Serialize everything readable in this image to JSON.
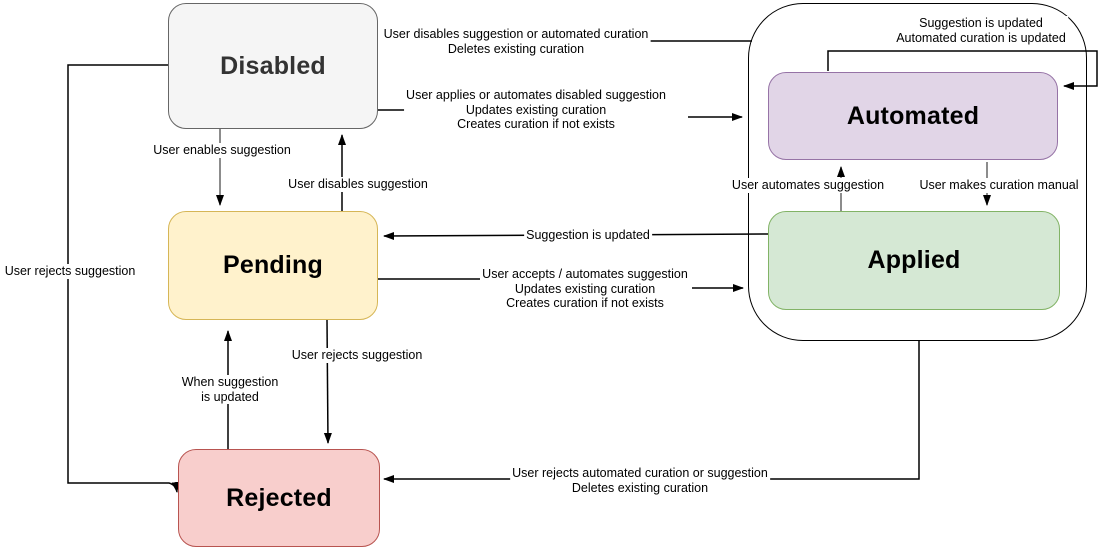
{
  "states": {
    "disabled": "Disabled",
    "pending": "Pending",
    "rejected": "Rejected",
    "automated": "Automated",
    "applied": "Applied"
  },
  "edge_labels": {
    "group_to_disabled": [
      "User disables suggestion or automated curation",
      "Deletes existing curation"
    ],
    "disabled_to_group": [
      "User applies or automates disabled suggestion",
      "Updates existing curation",
      "Creates curation if not exists"
    ],
    "disabled_to_pending": [
      "User enables suggestion"
    ],
    "pending_to_disabled": [
      "User disables suggestion"
    ],
    "applied_to_pending": [
      "Suggestion is updated"
    ],
    "pending_to_group": [
      "User accepts / automates suggestion",
      "Updates existing curation",
      "Creates curation if not exists"
    ],
    "applied_to_automated": [
      "User automates suggestion"
    ],
    "automated_to_applied": [
      "User makes curation manual"
    ],
    "automated_self_loop": [
      "Suggestion is updated",
      "Automated curation is updated"
    ],
    "pending_to_rejected": [
      "User rejects suggestion"
    ],
    "rejected_to_pending": [
      "When suggestion",
      "is updated"
    ],
    "disabled_to_rejected": [
      "User rejects suggestion"
    ],
    "group_to_rejected": [
      "User rejects automated curation or suggestion",
      "Deletes existing curation"
    ]
  },
  "colors": {
    "disabled_fill": "#F5F5F5",
    "disabled_stroke": "#666666",
    "disabled_text": "#333333",
    "pending_fill": "#FFF2CC",
    "pending_stroke": "#D6B656",
    "rejected_fill": "#F8CECC",
    "rejected_stroke": "#B85450",
    "automated_fill": "#E1D5E7",
    "automated_stroke": "#9673A6",
    "applied_fill": "#D5E8D4",
    "applied_stroke": "#82B366",
    "edge_black": "#000000",
    "edge_gray": "#666666",
    "group_outline": "#000000",
    "label_background": "#FFFFFF"
  }
}
